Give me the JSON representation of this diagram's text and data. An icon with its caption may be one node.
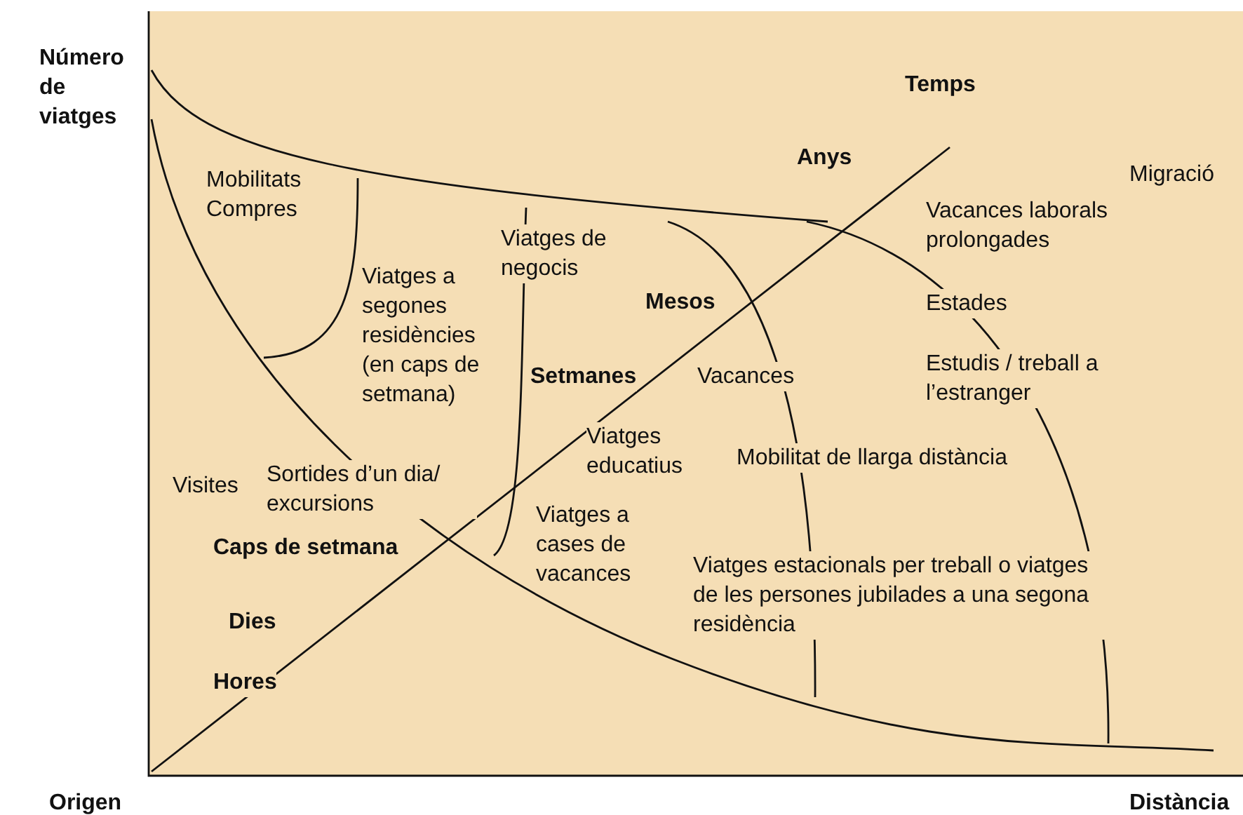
{
  "diagram": {
    "labels": [
      "Número de viatges",
      "Temps",
      "Anys",
      "Migració",
      "Mobilitats Compres",
      "Vacances laborals prolongades",
      "Viatges de negocis",
      "Viatges a segones residències (en caps de setmana)",
      "Mesos",
      "Estades",
      "Estudis / treball a l’estranger",
      "Setmanes",
      "Vacances",
      "Viatges educatius",
      "Mobilitat de llarga distància",
      "Visites",
      "Sortides d’un dia/ excursions",
      "Viatges a cases de vacances",
      "Caps de setmana",
      "Viatges estacionals per treball o viatges de les persones jubilades a una segona residència",
      "Dies",
      "Hores",
      "Origen",
      "Distància"
    ]
  }
}
